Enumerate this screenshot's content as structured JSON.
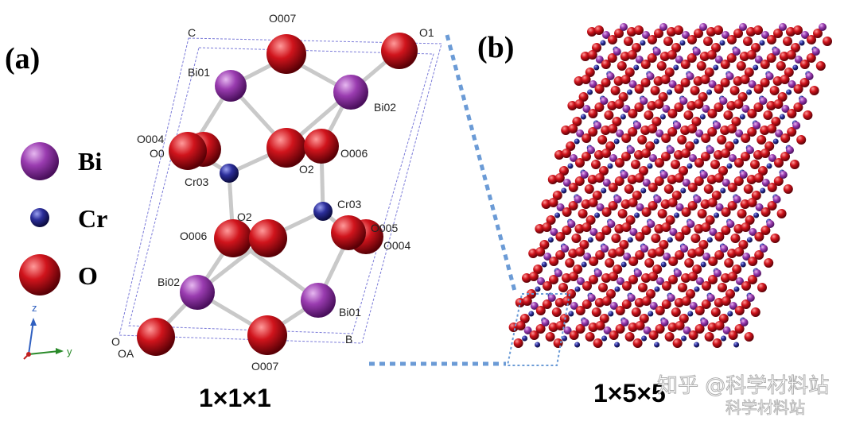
{
  "panels": {
    "a_label": "(a)",
    "b_label": "(b)",
    "a_caption": "1×1×1",
    "b_caption": "1×5×5"
  },
  "legend": [
    {
      "symbol": "Bi",
      "color": "#8a2fa0"
    },
    {
      "symbol": "Cr",
      "color": "#2a2a8a"
    },
    {
      "symbol": "O",
      "color": "#c8141c"
    }
  ],
  "cell_corner_labels": {
    "c": "C",
    "o1": "O1",
    "b": "B",
    "o": "O",
    "oa": "OA"
  },
  "atom_labels": {
    "o007_top": "O007",
    "bi01_top": "Bi01",
    "bi02_top": "Bi02",
    "o004_left": "O004",
    "o0_left": "O0",
    "o006_right": "O006",
    "o2_upper": "O2",
    "cr03_left": "Cr03",
    "cr03_right": "Cr03",
    "o2_mid": "O2",
    "o006_left": "O006",
    "o005": "O005",
    "o004_right": "O004",
    "bi02_bottom": "Bi02",
    "bi01_bottom": "Bi01",
    "o007_bottom": "O007"
  },
  "axes": {
    "z": "z",
    "y": "y"
  },
  "watermark": {
    "line1": "知乎 @科学材料站",
    "line2": "科学材料站"
  },
  "colors": {
    "bi": "#8a2fa0",
    "cr": "#2a2a8a",
    "o": "#c8141c",
    "bond": "#c9c9c9",
    "cell_edge": "#7a7ad8",
    "guide": "#6b9bd6"
  }
}
